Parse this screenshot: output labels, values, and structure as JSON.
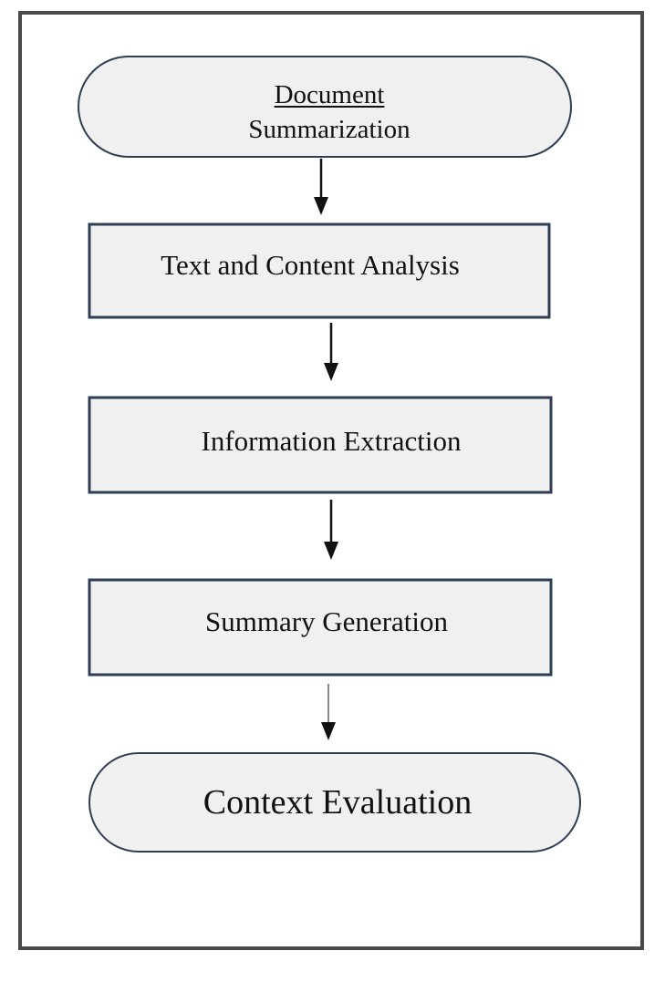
{
  "flowchart": {
    "start": {
      "line1": "Document",
      "line2": "Summarization"
    },
    "steps": [
      "Text and Content Analysis",
      "Information Extraction",
      "Summary Generation"
    ],
    "end": {
      "label": "Context Evaluation"
    }
  },
  "colors": {
    "fill": "#f0f0f0",
    "stroke": "#2e3f55",
    "frame": "#4a4a4a",
    "arrow": "#111111"
  }
}
